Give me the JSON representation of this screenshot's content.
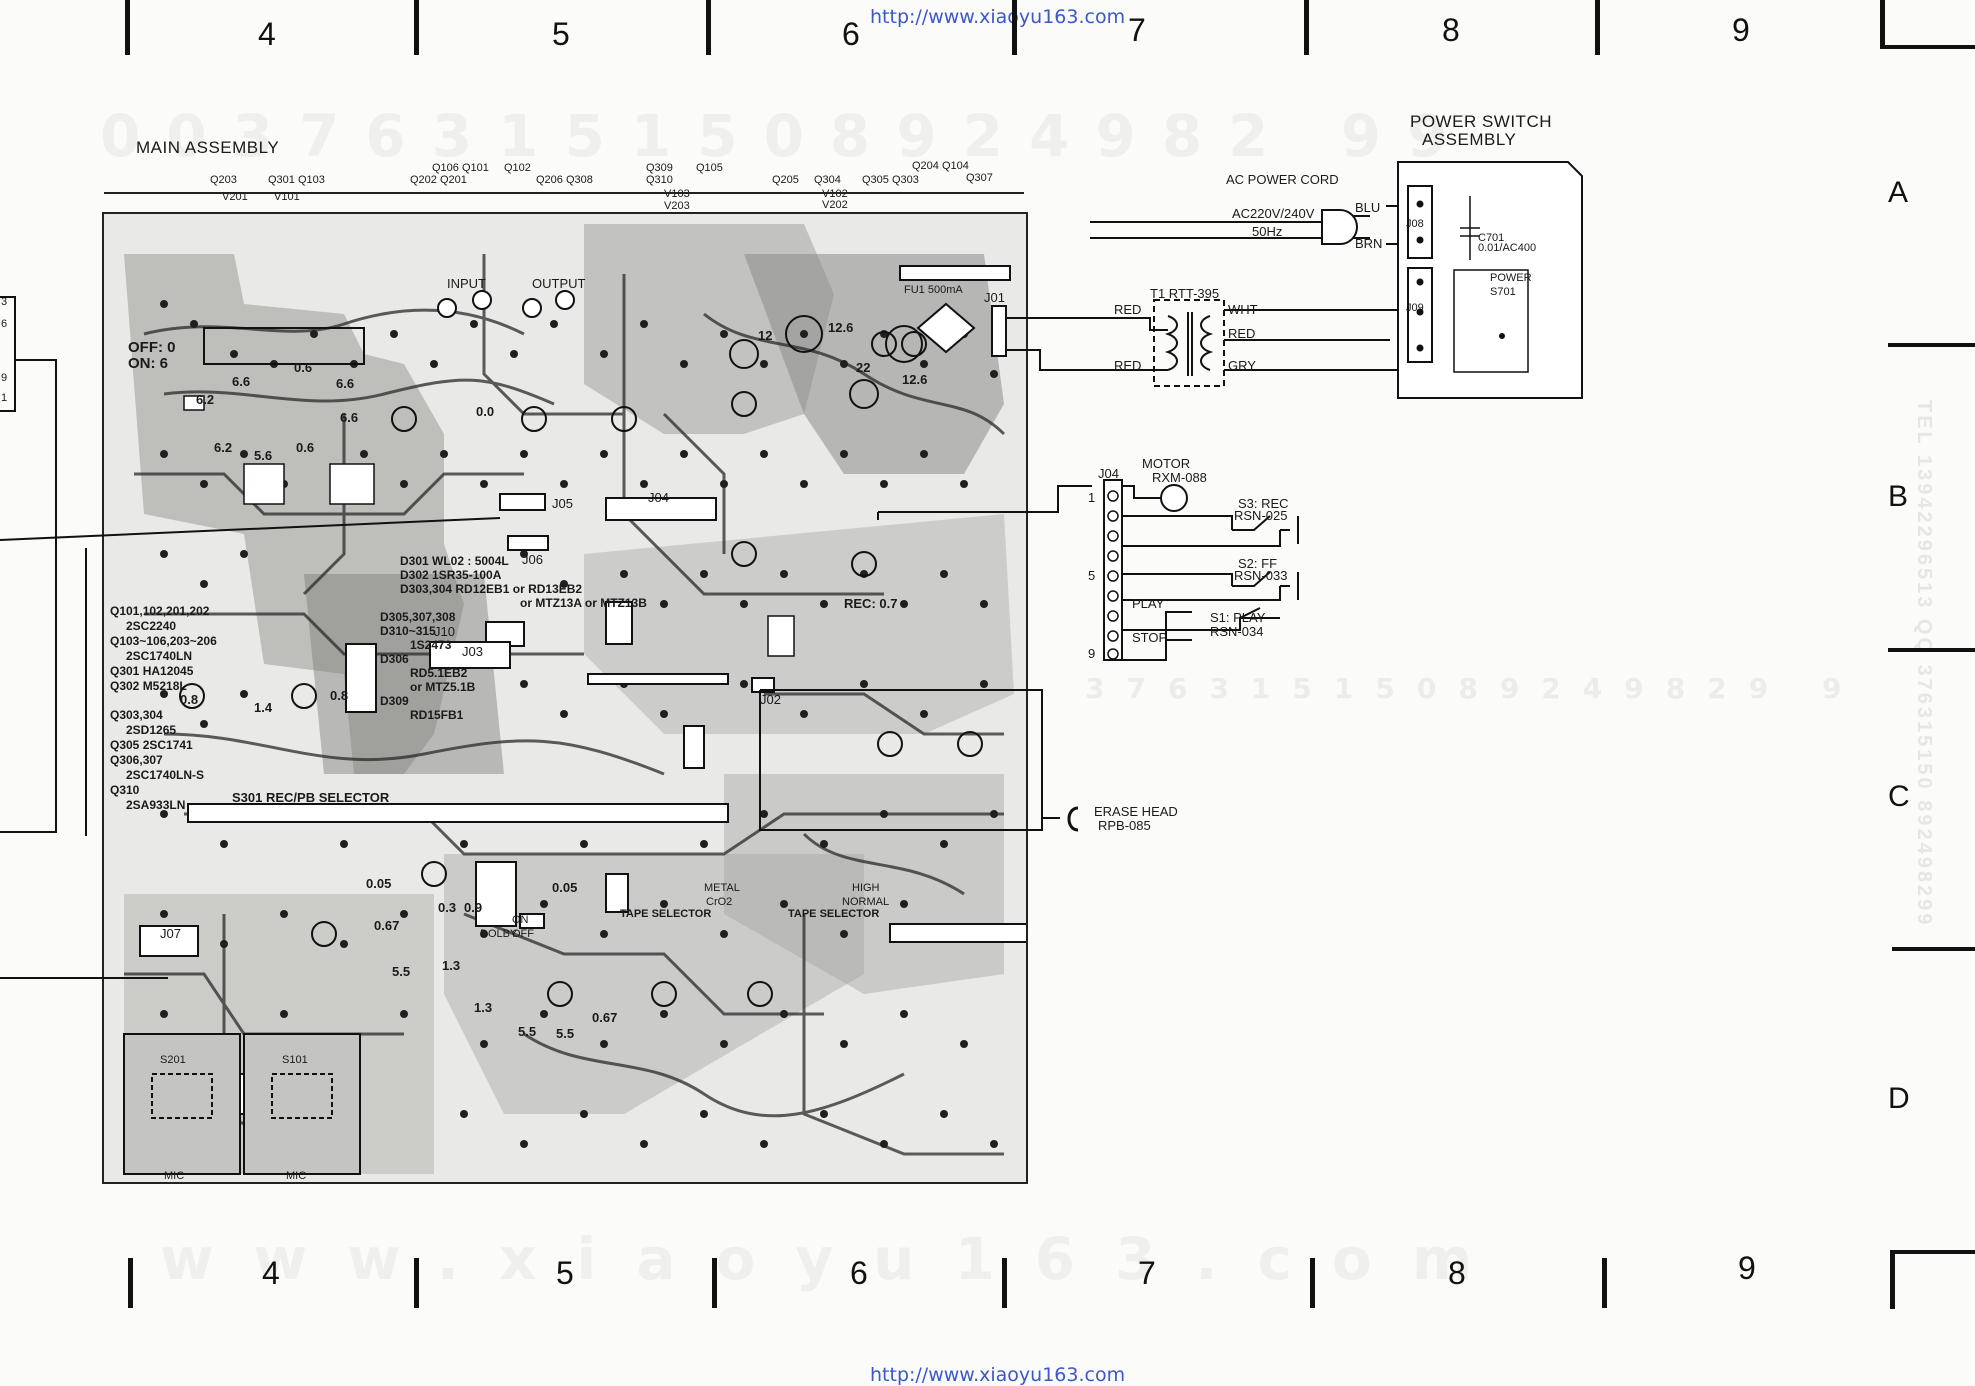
{
  "url": "http://www.xiaoyu163.com",
  "columns_top": [
    "4",
    "5",
    "6",
    "7",
    "8",
    "9"
  ],
  "columns_bottom": [
    "4",
    "5",
    "6",
    "7",
    "8",
    "9"
  ],
  "rows": [
    "A",
    "B",
    "C",
    "D"
  ],
  "watermark_top": "003763151508924982 99",
  "watermark_mid": "37631515089249829 9",
  "watermark_bottom": "www.xiaoyu163.com",
  "main_assembly": "MAIN ASSEMBLY",
  "top_labels": {
    "l1": "Q203",
    "l2": "Q301 Q103",
    "l3": "Q106 Q101",
    "l4": "Q102",
    "l5": "Q309",
    "l6": "Q105",
    "l7": "Q204 Q104",
    "l8": "V201",
    "l9": "V101",
    "l10": "Q202 Q201",
    "l11": "Q206 Q308",
    "l12": "Q310",
    "l13": "V103",
    "l14": "Q205",
    "l15": "Q304",
    "l16": "Q305 Q303",
    "l17": "Q307",
    "l18": "V203",
    "l19": "V102",
    "l20": "V202"
  },
  "input_label": "INPUT",
  "output_label": "OUTPUT",
  "off_on": "OFF: 0\nON: 6",
  "transistor_list": [
    "Q101,102,201,202",
    "2SC2240",
    "Q103~106,203~206",
    "2SC1740LN",
    "Q301 HA12045",
    "Q302 M5218L",
    "Q303,304",
    "2SD1265",
    "Q305 2SC1741",
    "Q306,307",
    "2SC1740LN-S",
    "Q310",
    "2SA933LN"
  ],
  "diode_list": [
    "D301  WL02 : 5004L",
    "D302  1SR35-100A",
    "D303,304  RD12EB1 or RD13EB2",
    "or MTZ13A or MTZ13B",
    "D305,307,308",
    "D310~315",
    "1S2473",
    "D306",
    "RD5.1EB2",
    "or MTZ5.1B",
    "D309",
    "RD15FB1"
  ],
  "connectors": {
    "j05": "J05",
    "j06": "J06",
    "j04": "J04",
    "j10": "J10",
    "j03": "J03",
    "j07": "J07",
    "j02": "J02",
    "j01": "J01",
    "j08": "J08",
    "j09": "J09"
  },
  "selector": "S301 REC/PB SELECTOR",
  "tape_selector": "TAPE SELECTOR",
  "metal": "METAL",
  "cro2": "CrO2",
  "high": "HIGH",
  "normal": "NORMAL",
  "dolby": "DOLBY",
  "on": "ON",
  "off": "OFF",
  "rec_label": "REC: 0.7",
  "mic": "MIC",
  "s201": "S201",
  "s101": "S101",
  "power_switch": "POWER SWITCH",
  "assembly": "ASSEMBLY",
  "ac_cord": "AC POWER CORD",
  "ac_voltage": "AC220V/240V",
  "ac_freq": "50Hz",
  "blu": "BLU",
  "brn": "BRN",
  "t1": "T1 RTT-395",
  "red": "RED",
  "wht": "WHT",
  "gry": "GRY",
  "c701": "C701",
  "c701_val": "0.01/AC400",
  "power": "POWER",
  "s701": "S701",
  "fu1": "FU1 500mA",
  "motor": "MOTOR",
  "motor_part": "RXM-088",
  "s3": "S3: REC",
  "s3_part": "RSN-025",
  "s2": "S2: FF",
  "s2_part": "RSN-033",
  "s1": "S1: PLAY",
  "s1_part": "RSN-034",
  "play": "PLAY",
  "stop": "STOP",
  "erase": "ERASE HEAD",
  "erase_part": "RPB-085",
  "pin1": "1",
  "pin5": "5",
  "pin9": "9",
  "side_text_right": "TEL 13942296513  QQ 376315150  892498299",
  "left_pins": [
    "3",
    "6",
    "9",
    "1"
  ],
  "voltages": [
    "6.6",
    "6.2",
    "0.6",
    "6.6",
    "6.6",
    "6.2",
    "5.6",
    "0.6",
    "0.8",
    "1.4",
    "0.8",
    "12",
    "12.6",
    "22",
    "12.6",
    "0.0",
    "0.05",
    "0.3",
    "0.9",
    "0.05",
    "0.67",
    "5.5",
    "1.3",
    "5.5",
    "1.3",
    "0.67",
    "5.5"
  ]
}
